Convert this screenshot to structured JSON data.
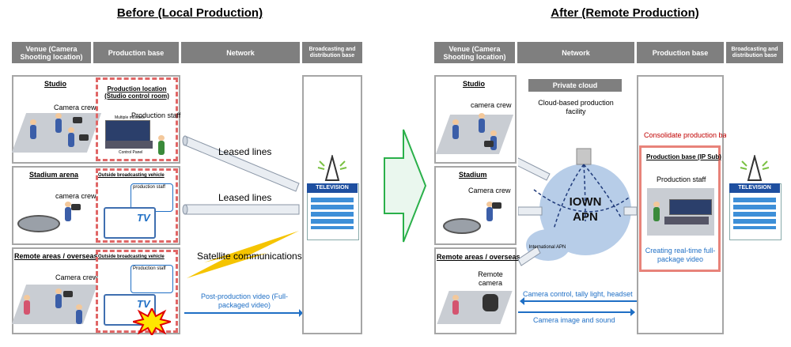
{
  "before": {
    "title": "Before (Local Production)",
    "headers": {
      "venue": "Venue (Camera Shooting location)",
      "production_base": "Production base",
      "network": "Network",
      "broadcasting": "Broadcasting and distribution base"
    },
    "studio": {
      "label": "Studio",
      "camera_crew": "Camera crew",
      "production_location": "Production location (Studio control room)",
      "production_staff": "Production staff",
      "multiple_monitors": "Multiple monitors",
      "control_panel": "Control Panel"
    },
    "stadium": {
      "label": "Stadium arena",
      "camera_crew": "camera crew",
      "vehicle_label": "Outside broadcasting vehicle",
      "staff": "production staff"
    },
    "remote": {
      "label": "Remote areas / overseas",
      "camera_crew": "Camera crew",
      "vehicle_label": "Outside broadcasting vehicle",
      "staff": "Production staff"
    },
    "links": {
      "leased1": "Leased lines",
      "leased2": "Leased lines",
      "satellite": "Satellite communications",
      "post_production": "Post-production video (Full-packaged video)"
    },
    "tv_label": "TELEVISION",
    "tv_text": "TV"
  },
  "after": {
    "title": "After (Remote Production)",
    "headers": {
      "venue": "Venue (Camera Shooting location)",
      "network": "Network",
      "production_base": "Production base",
      "broadcasting": "Broadcasting and distribution base"
    },
    "studio": {
      "label": "Studio",
      "camera_crew": "camera crew"
    },
    "stadium": {
      "label": "Stadium",
      "camera_crew": "Camera crew"
    },
    "remote": {
      "label": "Remote areas / overseas",
      "remote_camera": "Remote camera"
    },
    "network": {
      "private_cloud": "Private cloud",
      "cloud_facility": "Cloud-based production facility",
      "iown": "IOWN",
      "apn": "APN",
      "international_apn": "International APN"
    },
    "links": {
      "control": "Camera control, tally light, headset",
      "image": "Camera image and sound"
    },
    "production": {
      "consolidate": "Consolidate production bases!",
      "base_label": "Production base (IP Sub)",
      "staff": "Production staff",
      "creating": "Creating real-time full-package video"
    },
    "tv_label": "TELEVISION"
  },
  "colors": {
    "header_gray": "#7f7f7f",
    "dashed_red": "#e06666",
    "highlight_red": "#e8837a",
    "link_blue": "#1f6fc5",
    "satellite_yellow": "#f5c400",
    "arrow_green": "#2ab04a",
    "iown_blue": "#b7cde8"
  }
}
